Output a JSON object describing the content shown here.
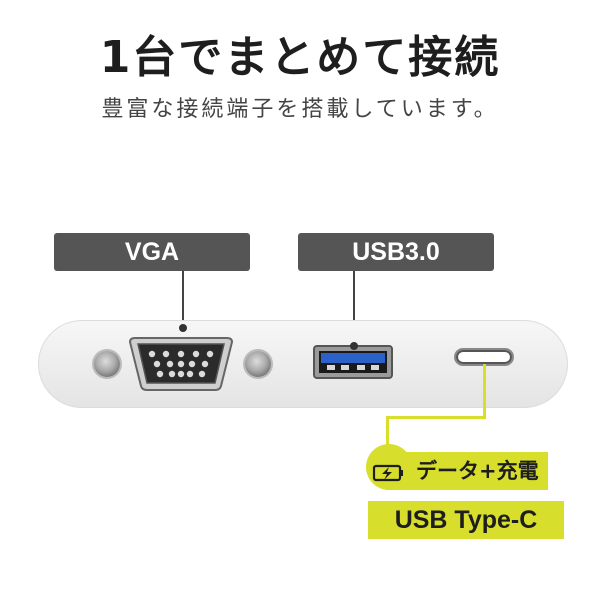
{
  "header": {
    "title": "1台でまとめて接続",
    "subtitle": "豊富な接続端子を搭載しています。"
  },
  "ports": {
    "vga_label": "VGA",
    "usb_label": "USB3.0",
    "usbc_feature_label": "データ+充電",
    "usbc_label": "USB Type-C"
  },
  "icons": {
    "charge": "battery-charge-icon"
  },
  "colors": {
    "label_bg": "#555555",
    "accent": "#d7df2c",
    "usb_blue": "#2a62c9"
  }
}
